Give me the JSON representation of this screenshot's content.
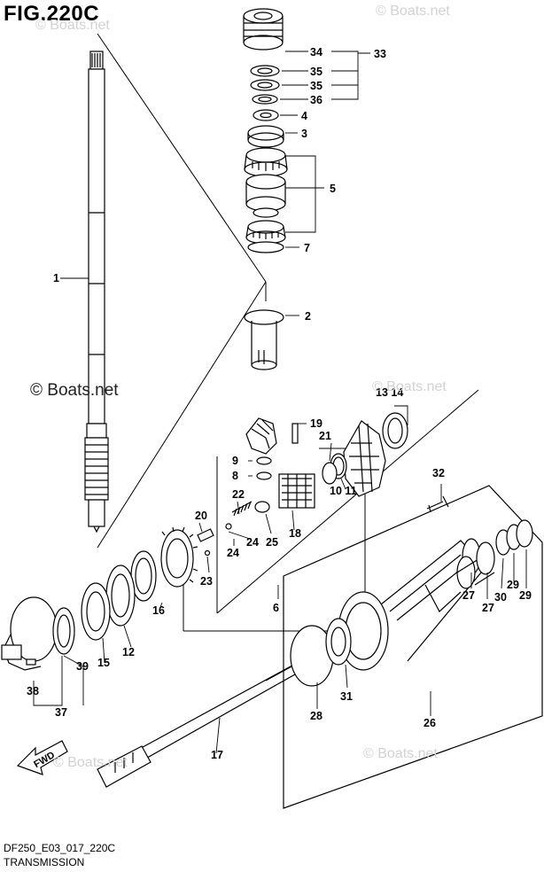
{
  "figure": {
    "title": "FIG.220C",
    "code": "DF250_E03_017_220C",
    "name": "TRANSMISSION"
  },
  "watermarks": {
    "main": "© Boats.net",
    "faint": "© Boats.net"
  },
  "fwd_label": "FWD",
  "callouts": {
    "c1": "1",
    "c2": "2",
    "c3": "3",
    "c4": "4",
    "c5": "5",
    "c6": "6",
    "c7": "7",
    "c8": "8",
    "c9": "9",
    "c10_11": "10 11",
    "c12": "12",
    "c13_14": "13 14",
    "c15": "15",
    "c16": "16",
    "c17": "17",
    "c18": "18",
    "c19": "19",
    "c20": "20",
    "c21": "21",
    "c22": "22",
    "c23": "23",
    "c24a": "24",
    "c24b": "24",
    "c25": "25",
    "c26": "26",
    "c27a": "27",
    "c27b": "27",
    "c28": "28",
    "c29a": "29",
    "c29b": "29",
    "c30": "30",
    "c31": "31",
    "c32": "32",
    "c33": "33",
    "c34": "34",
    "c35a": "35",
    "c35b": "35",
    "c36": "36",
    "c37": "37",
    "c38": "38",
    "c39": "39"
  }
}
